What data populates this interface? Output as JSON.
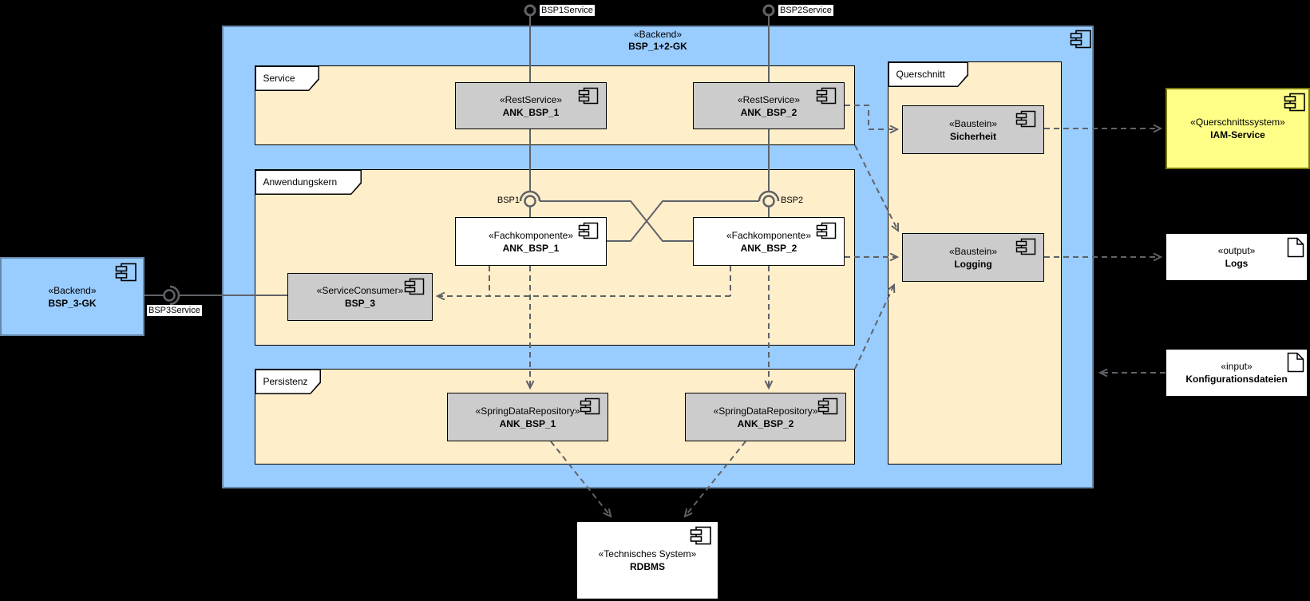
{
  "container": {
    "stereotype": "«Backend»",
    "name": "BSP_1+2-GK"
  },
  "regions": {
    "service": "Service",
    "anwendungskern": "Anwendungskern",
    "persistenz": "Persistenz",
    "querschnitt": "Querschnitt"
  },
  "components": {
    "rest_bsp1": {
      "stereotype": "«RestService»",
      "name": "ANK_BSP_1"
    },
    "rest_bsp2": {
      "stereotype": "«RestService»",
      "name": "ANK_BSP_2"
    },
    "fach_bsp1": {
      "stereotype": "«Fachkomponente»",
      "name": "ANK_BSP_1"
    },
    "fach_bsp2": {
      "stereotype": "«Fachkomponente»",
      "name": "ANK_BSP_2"
    },
    "service_consumer": {
      "stereotype": "«ServiceConsumer»",
      "name": "BSP_3"
    },
    "repo_bsp1": {
      "stereotype": "«SpringDataRepository»",
      "name": "ANK_BSP_1"
    },
    "repo_bsp2": {
      "stereotype": "«SpringDataRepository»",
      "name": "ANK_BSP_2"
    },
    "sicherheit": {
      "stereotype": "«Baustein»",
      "name": "Sicherheit"
    },
    "logging": {
      "stereotype": "«Baustein»",
      "name": "Logging"
    },
    "bsp3_gk": {
      "stereotype": "«Backend»",
      "name": "BSP_3-GK"
    },
    "iam": {
      "stereotype": "«Querschnittssystem»",
      "name": "IAM-Service"
    },
    "logs": {
      "stereotype": "«output»",
      "name": "Logs"
    },
    "konfig": {
      "stereotype": "«input»",
      "name": "Konfigurationsdateien"
    },
    "rdbms": {
      "stereotype": "«Technisches System»",
      "name": "RDBMS"
    }
  },
  "interfaces": {
    "bsp1_service": "BSP1Service",
    "bsp2_service": "BSP2Service",
    "bsp3_service": "BSP3Service",
    "bsp1": "BSP1",
    "bsp2": "BSP2"
  },
  "colors": {
    "background": "#000000",
    "container_fill": "#99ccff",
    "region_fill": "#ffeeca",
    "component_fill": "#cccccc",
    "external_fill": "#ffff88",
    "edge": "#5f6368"
  },
  "icons": {
    "component": "uml-component-icon",
    "artifact": "uml-artifact-icon",
    "ball": "provided-interface-ball",
    "socket": "required-interface-socket"
  }
}
